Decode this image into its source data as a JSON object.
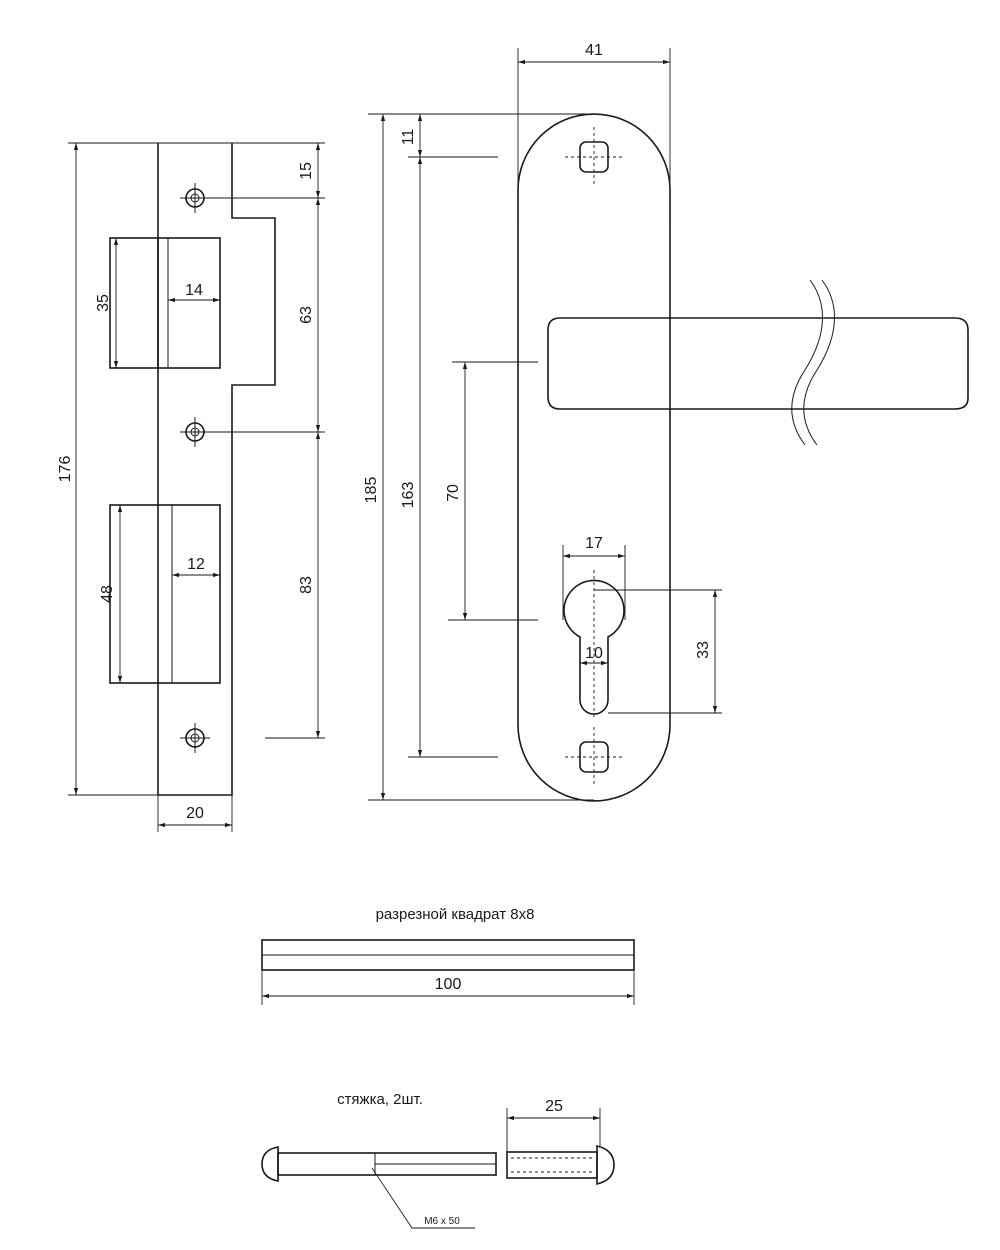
{
  "dimensions": {
    "strike_height": "176",
    "strike_width": "20",
    "top_offset": "15",
    "upper_hole_spacing": "63",
    "lower_hole_spacing": "83",
    "latch_opening_height": "35",
    "latch_opening_width": "14",
    "bolt_opening_height": "48",
    "bolt_opening_width": "12",
    "plate_width": "41",
    "plate_height": "185",
    "screw_offset": "11",
    "screw_spacing": "163",
    "backset": "70",
    "cylinder_width": "17",
    "cylinder_narrow_width": "10",
    "cylinder_height": "33",
    "spindle_length": "100",
    "sleeve_length": "25"
  },
  "labels": {
    "spindle": "разрезной квадрат 8х8",
    "screws": "стяжка, 2шт.",
    "thread": "M6 x 50"
  }
}
